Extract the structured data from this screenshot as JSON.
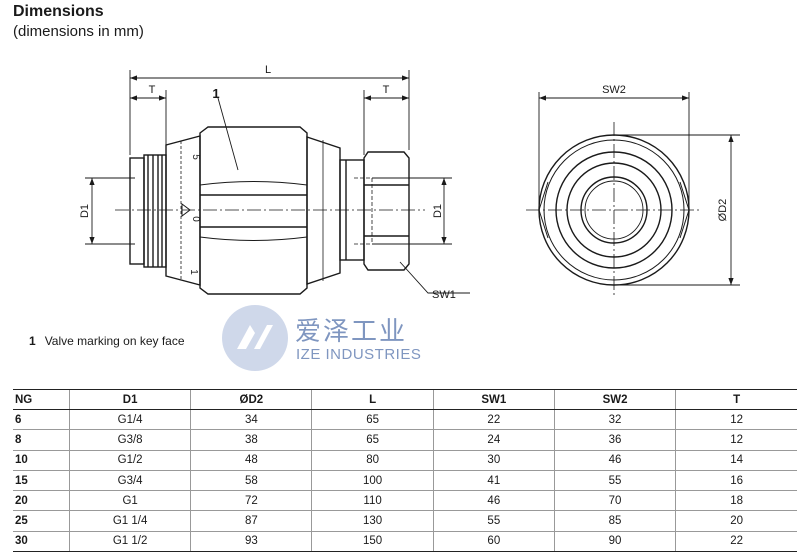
{
  "header": {
    "title": "Dimensions",
    "subtitle": "(dimensions in mm)"
  },
  "drawing": {
    "labels": {
      "L": "L",
      "T": "T",
      "item_number": "1",
      "D1": "D1",
      "SW1": "SW1",
      "SW2": "SW2",
      "OD2": "ØD2",
      "mark_5": "5",
      "mark_0": "0",
      "mark_1": "1"
    }
  },
  "legend": {
    "number": "1",
    "text": "Valve marking on key face"
  },
  "watermark": {
    "cn": "爱泽工业",
    "en": "IZE INDUSTRIES"
  },
  "table": {
    "headers": [
      "NG",
      "D1",
      "ØD2",
      "L",
      "SW1",
      "SW2",
      "T"
    ],
    "rows": [
      [
        "6",
        "G1/4",
        "34",
        "65",
        "22",
        "32",
        "12"
      ],
      [
        "8",
        "G3/8",
        "38",
        "65",
        "24",
        "36",
        "12"
      ],
      [
        "10",
        "G1/2",
        "48",
        "80",
        "30",
        "46",
        "14"
      ],
      [
        "15",
        "G3/4",
        "58",
        "100",
        "41",
        "55",
        "16"
      ],
      [
        "20",
        "G1",
        "72",
        "110",
        "46",
        "70",
        "18"
      ],
      [
        "25",
        "G1 1/4",
        "87",
        "130",
        "55",
        "85",
        "20"
      ],
      [
        "30",
        "G1 1/2",
        "93",
        "150",
        "60",
        "90",
        "22"
      ]
    ]
  },
  "colors": {
    "line": "#1a1a1a",
    "watermark": "#4a6aa6"
  }
}
